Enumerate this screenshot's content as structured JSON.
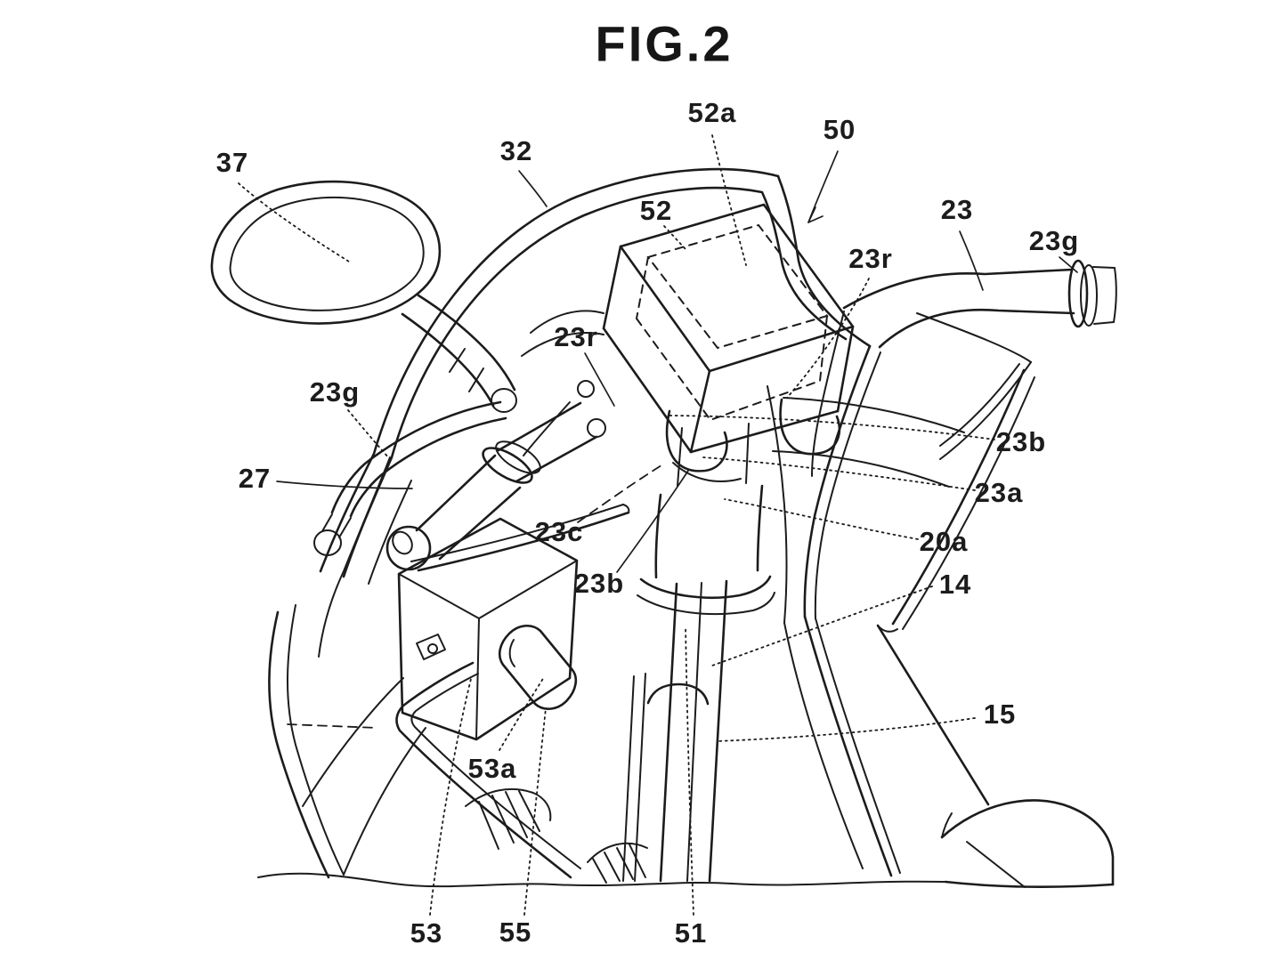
{
  "figure": {
    "title": "FIG.2"
  },
  "style": {
    "ink": "#1c1c1c",
    "background": "#ffffff"
  },
  "labels": [
    {
      "id": "52a",
      "text": "52a"
    },
    {
      "id": "50",
      "text": "50"
    },
    {
      "id": "32",
      "text": "32"
    },
    {
      "id": "37",
      "text": "37"
    },
    {
      "id": "52",
      "text": "52"
    },
    {
      "id": "23",
      "text": "23"
    },
    {
      "id": "23g-right",
      "text": "23g"
    },
    {
      "id": "23r-right",
      "text": "23r"
    },
    {
      "id": "23r-left",
      "text": "23r"
    },
    {
      "id": "23g-left",
      "text": "23g"
    },
    {
      "id": "27",
      "text": "27"
    },
    {
      "id": "23b-right",
      "text": "23b"
    },
    {
      "id": "23a",
      "text": "23a"
    },
    {
      "id": "20a",
      "text": "20a"
    },
    {
      "id": "14",
      "text": "14"
    },
    {
      "id": "23c",
      "text": "23c"
    },
    {
      "id": "23b-center",
      "text": "23b"
    },
    {
      "id": "15",
      "text": "15"
    },
    {
      "id": "53a",
      "text": "53a"
    },
    {
      "id": "53",
      "text": "53"
    },
    {
      "id": "55",
      "text": "55"
    },
    {
      "id": "51",
      "text": "51"
    }
  ]
}
